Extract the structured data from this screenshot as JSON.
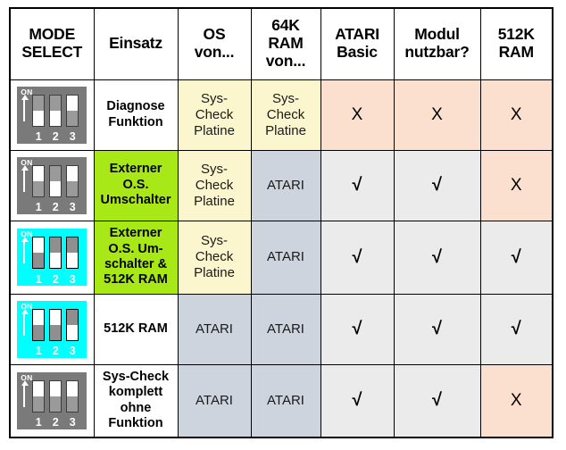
{
  "table": {
    "title": "MODE SELECT Konfigurationstabelle",
    "headers": [
      {
        "line1": "MODE",
        "line2": "SELECT",
        "line3": ""
      },
      {
        "line1": "Einsatz",
        "line2": "",
        "line3": ""
      },
      {
        "line1": "OS",
        "line2": "von...",
        "line3": ""
      },
      {
        "line1": "64K",
        "line2": "RAM",
        "line3": "von..."
      },
      {
        "line1": "ATARI",
        "line2": "Basic",
        "line3": ""
      },
      {
        "line1": "Modul",
        "line2": "nutzbar?",
        "line3": ""
      },
      {
        "line1": "512K",
        "line2": "RAM",
        "line3": ""
      }
    ],
    "switch_labels": {
      "on": "ON",
      "numbers": [
        "1",
        "2",
        "3"
      ]
    },
    "rows": [
      {
        "switches": {
          "positions": [
            "down",
            "down",
            "up"
          ],
          "background": "grey"
        },
        "einsatz": {
          "lines": [
            "Diagnose",
            "Funktion"
          ],
          "fill": "white"
        },
        "os": {
          "lines": [
            "Sys-",
            "Check",
            "Platine"
          ],
          "fill": "cream"
        },
        "ram64": {
          "lines": [
            "Sys-",
            "Check",
            "Platine"
          ],
          "fill": "cream"
        },
        "basic": {
          "mark": "X",
          "fill": "peach"
        },
        "modul": {
          "mark": "X",
          "fill": "peach"
        },
        "ram512": {
          "mark": "X",
          "fill": "peach"
        }
      },
      {
        "switches": {
          "positions": [
            "up",
            "down",
            "up"
          ],
          "background": "grey"
        },
        "einsatz": {
          "lines": [
            "Externer",
            "O.S.",
            "Umschalter"
          ],
          "fill": "green"
        },
        "os": {
          "lines": [
            "Sys-",
            "Check",
            "Platine"
          ],
          "fill": "cream"
        },
        "ram64": {
          "lines": [
            "ATARI"
          ],
          "fill": "blue"
        },
        "basic": {
          "mark": "√",
          "fill": "grey"
        },
        "modul": {
          "mark": "√",
          "fill": "grey"
        },
        "ram512": {
          "mark": "X",
          "fill": "peach"
        }
      },
      {
        "switches": {
          "positions": [
            "up",
            "down",
            "down"
          ],
          "background": "cyan"
        },
        "einsatz": {
          "lines": [
            "Externer",
            "O.S. Um-",
            "schalter &",
            "512K RAM"
          ],
          "fill": "green"
        },
        "os": {
          "lines": [
            "Sys-",
            "Check",
            "Platine"
          ],
          "fill": "cream"
        },
        "ram64": {
          "lines": [
            "ATARI"
          ],
          "fill": "blue"
        },
        "basic": {
          "mark": "√",
          "fill": "grey"
        },
        "modul": {
          "mark": "√",
          "fill": "grey"
        },
        "ram512": {
          "mark": "√",
          "fill": "grey"
        }
      },
      {
        "switches": {
          "positions": [
            "up",
            "up",
            "down"
          ],
          "background": "cyan"
        },
        "einsatz": {
          "lines": [
            "512K RAM"
          ],
          "fill": "white"
        },
        "os": {
          "lines": [
            "ATARI"
          ],
          "fill": "blue"
        },
        "ram64": {
          "lines": [
            "ATARI"
          ],
          "fill": "blue"
        },
        "basic": {
          "mark": "√",
          "fill": "grey"
        },
        "modul": {
          "mark": "√",
          "fill": "grey"
        },
        "ram512": {
          "mark": "√",
          "fill": "grey"
        }
      },
      {
        "switches": {
          "positions": [
            "up",
            "up",
            "up"
          ],
          "background": "grey"
        },
        "einsatz": {
          "lines": [
            "Sys-Check",
            "komplett",
            "ohne",
            "Funktion"
          ],
          "fill": "white"
        },
        "os": {
          "lines": [
            "ATARI"
          ],
          "fill": "blue"
        },
        "ram64": {
          "lines": [
            "ATARI"
          ],
          "fill": "blue"
        },
        "basic": {
          "mark": "√",
          "fill": "grey"
        },
        "modul": {
          "mark": "√",
          "fill": "grey"
        },
        "ram512": {
          "mark": "X",
          "fill": "peach"
        }
      }
    ]
  },
  "colors": {
    "green": "#a8e817",
    "cyan": "#00ffff",
    "cream": "#fbf6cd",
    "blue_grey": "#ced4de",
    "peach": "#fbe0d0",
    "light_grey": "#ebebeb",
    "switch_body": "#7a7a7a",
    "border": "#000000"
  }
}
